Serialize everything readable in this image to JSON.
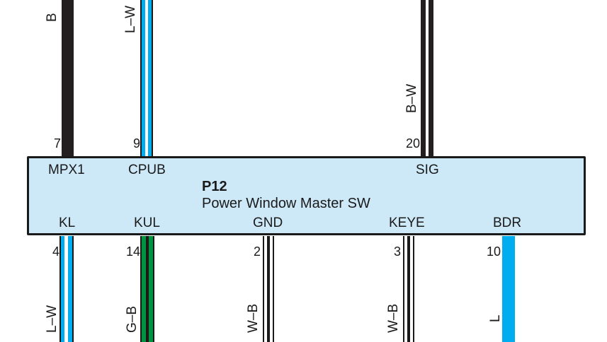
{
  "connector": {
    "code": "P12",
    "description": "Power Window Master SW",
    "fill_color": "#cde9f8"
  },
  "colors": {
    "black": "#231f20",
    "blue": "#00aeef",
    "green": "#00923f",
    "white": "#ffffff",
    "outline": "#1a1a1a"
  },
  "top_pins": [
    {
      "num": "7",
      "label": "MPX1",
      "wire": "B"
    },
    {
      "num": "9",
      "label": "CPUB",
      "wire": "L–W"
    },
    {
      "num": "20",
      "label": "SIG",
      "wire": "B–W"
    }
  ],
  "bottom_pins": [
    {
      "num": "4",
      "label": "KL",
      "wire": "L–W"
    },
    {
      "num": "14",
      "label": "KUL",
      "wire": "G–B"
    },
    {
      "num": "2",
      "label": "GND",
      "wire": "W–B"
    },
    {
      "num": "3",
      "label": "KEYE",
      "wire": "W–B"
    },
    {
      "num": "10",
      "label": "BDR",
      "wire": "L"
    }
  ]
}
